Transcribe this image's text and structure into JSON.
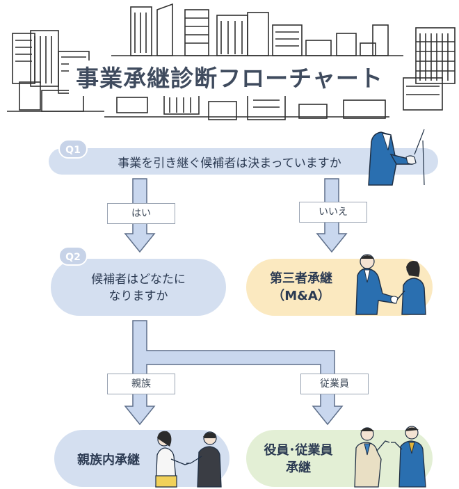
{
  "title": "事業承継診断フローチャート",
  "q1": {
    "badge": "Q1",
    "text": "事業を引き継ぐ候補者は決まっていますか"
  },
  "answers": {
    "yes": "はい",
    "no": "いいえ",
    "family": "親族",
    "employee": "従業員"
  },
  "q2": {
    "badge": "Q2",
    "line1": "候補者はどなたに",
    "line2": "なりますか"
  },
  "results": {
    "mna_line1": "第三者承継",
    "mna_line2": "（M&A）",
    "family": "親族内承継",
    "employee_line1": "役員･従業員",
    "employee_line2": "承継"
  },
  "colors": {
    "question_fill": "#d4dff0",
    "arrow_fill": "#c9d7ee",
    "arrow_stroke": "#5e6f8a",
    "mna_fill": "#fbe9c0",
    "employee_fill": "#e3efd5",
    "title_text": "#3f4b5e",
    "suit_blue": "#2a6fb0"
  }
}
